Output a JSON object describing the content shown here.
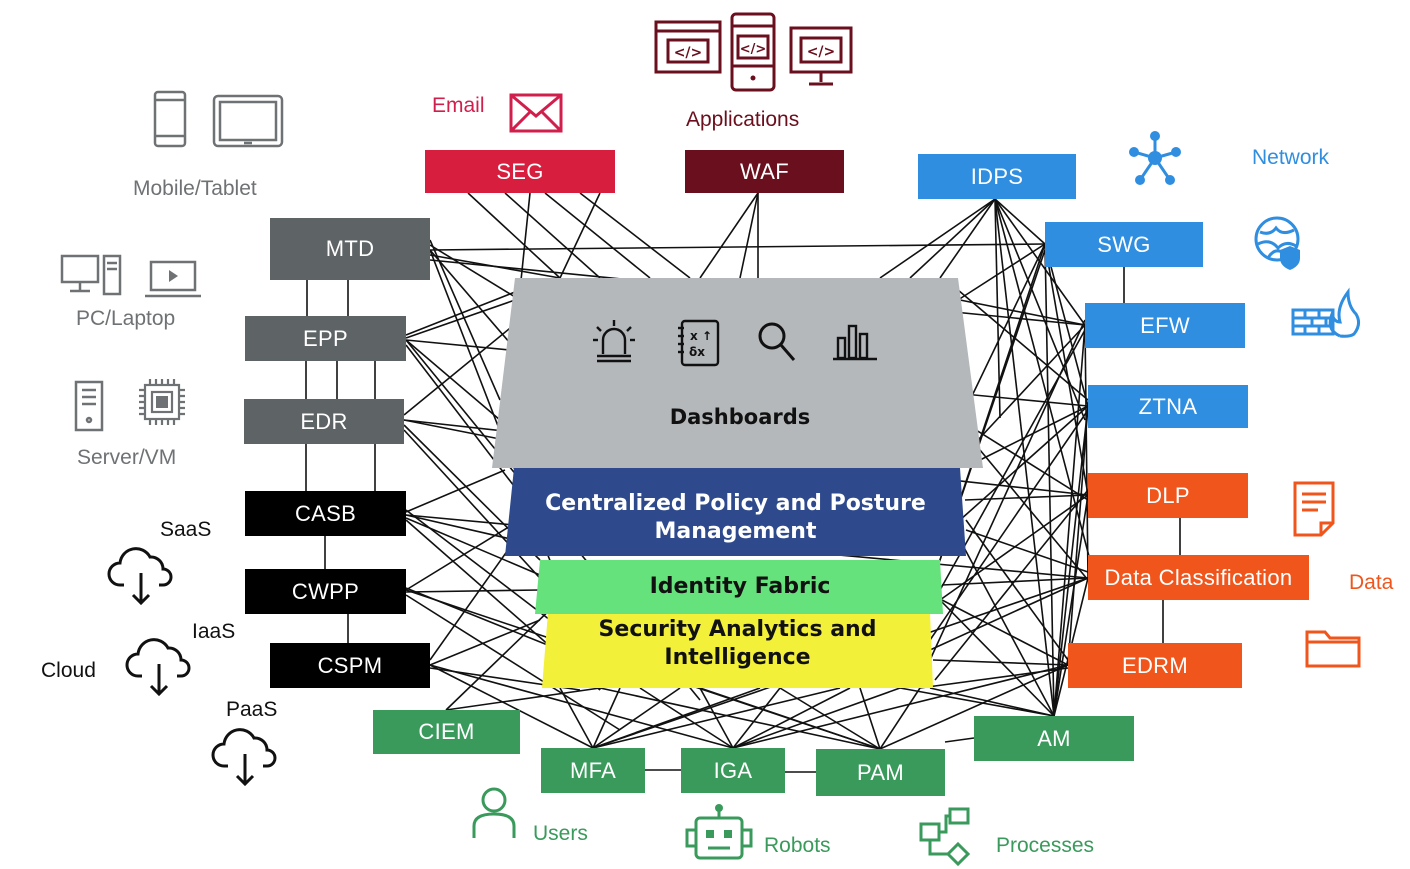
{
  "top_groups": {
    "email_label": "Email",
    "applications_label": "Applications",
    "network_label": "Network",
    "data_label": "Data"
  },
  "left_groups": {
    "mobile_tablet_label": "Mobile/Tablet",
    "pc_laptop_label": "PC/Laptop",
    "server_vm_label": "Server/VM",
    "saas_label": "SaaS",
    "iaas_label": "IaaS",
    "paas_label": "PaaS",
    "cloud_label": "Cloud"
  },
  "bottom_groups": {
    "users_label": "Users",
    "robots_label": "Robots",
    "processes_label": "Processes"
  },
  "nodes": {
    "seg": "SEG",
    "waf": "WAF",
    "idps": "IDPS",
    "swg": "SWG",
    "efw": "EFW",
    "ztna": "ZTNA",
    "dlp": "DLP",
    "data_classification": "Data Classification",
    "edrm": "EDRM",
    "mtd": "MTD",
    "epp": "EPP",
    "edr": "EDR",
    "casb": "CASB",
    "cwpp": "CWPP",
    "cspm": "CSPM",
    "ciem": "CIEM",
    "mfa": "MFA",
    "iga": "IGA",
    "pam": "PAM",
    "am": "AM"
  },
  "layers": {
    "dashboards": "Dashboards",
    "policy_line1": "Centralized Policy and Posture",
    "policy_line2": "Management",
    "identity": "Identity Fabric",
    "analytics_line1": "Security Analytics and",
    "analytics_line2": "Intelligence"
  },
  "icons": {
    "mobile": "mobile-phone-icon",
    "tablet": "tablet-icon",
    "desktop": "desktop-computer-icon",
    "laptop": "laptop-icon",
    "server": "server-tower-icon",
    "chip": "cpu-chip-icon",
    "cloud": "cloud-download-icon",
    "email": "envelope-icon",
    "code": "code-window-icon",
    "network": "network-hub-icon",
    "globe": "globe-shield-icon",
    "firewall": "firewall-icon",
    "document": "document-icon",
    "folder": "folder-icon",
    "user": "user-icon",
    "robot": "robot-icon",
    "processes": "process-flow-icon",
    "alarm": "alarm-light-icon",
    "formula": "formula-icon",
    "search": "search-icon",
    "chart": "bar-chart-icon"
  },
  "colors": {
    "gray_node": "#5e6365",
    "black_node": "#000000",
    "red_node": "#d81e3e",
    "maroon_node": "#6a0f1e",
    "blue_node": "#2f8ee0",
    "orange_node": "#f0561c",
    "green_node": "#3a9a5c",
    "dashboards_layer": "#b4b8bb",
    "policy_layer": "#2e4a8c",
    "identity_layer": "#66e27c",
    "analytics_layer": "#f3f03a"
  }
}
